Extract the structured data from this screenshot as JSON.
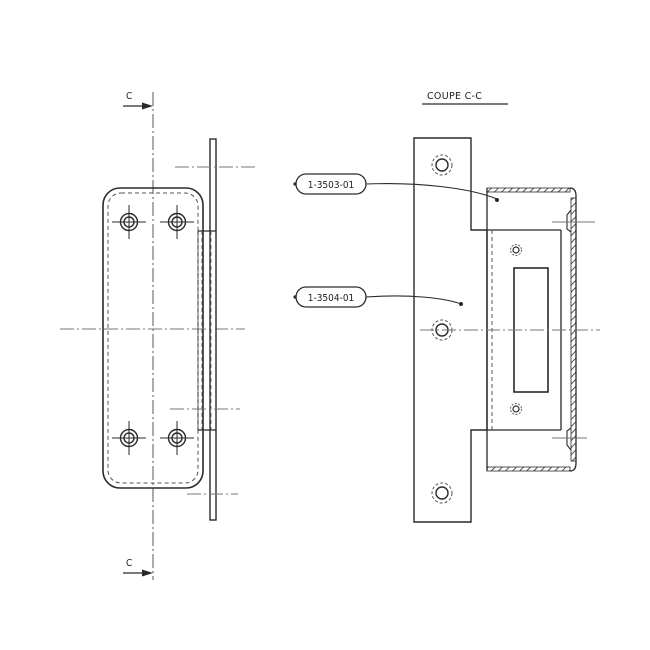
{
  "drawing": {
    "type": "technical-drawing",
    "section_title": "COUPE C-C",
    "section_markers": [
      {
        "label": "C",
        "position": "top"
      },
      {
        "label": "C",
        "position": "bottom"
      }
    ],
    "callouts": [
      {
        "label": "1-3503-01",
        "target": "strike-box"
      },
      {
        "label": "1-3504-01",
        "target": "strike-plate"
      }
    ],
    "colors": {
      "line": "#2a2a2a",
      "centerline": "#777777",
      "background": "#ffffff"
    }
  }
}
